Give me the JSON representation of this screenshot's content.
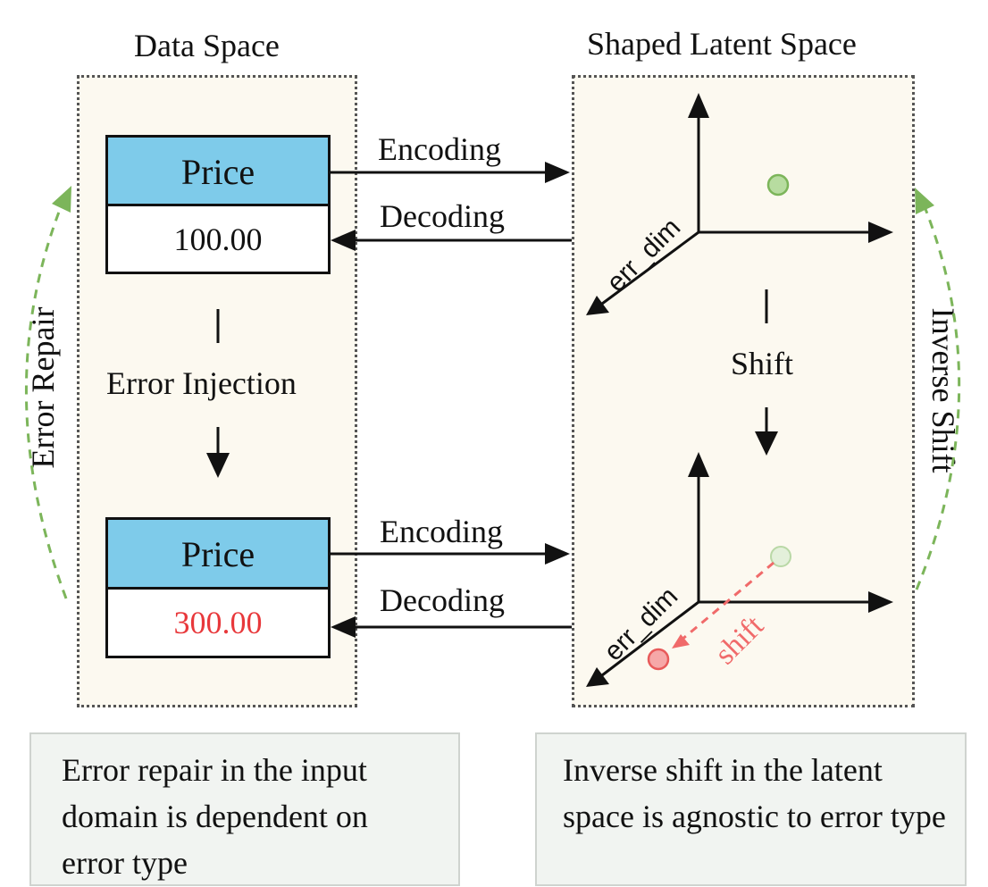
{
  "data_space": {
    "title": "Data Space",
    "record_clean": {
      "header": "Price",
      "value": "100.00"
    },
    "record_error": {
      "header": "Price",
      "value": "300.00",
      "value_color": "#e8383b"
    },
    "injection_label": "Error Injection"
  },
  "latent_space": {
    "title": "Shaped Latent Space",
    "axis_label_top": "err_dim",
    "axis_label_bottom": "err_dim",
    "shift_label": "Shift",
    "shift_vector_label": "shift"
  },
  "arrows": {
    "encoding_top": "Encoding",
    "decoding_top": "Decoding",
    "encoding_bottom": "Encoding",
    "decoding_bottom": "Decoding"
  },
  "side_labels": {
    "left": "Error Repair",
    "right": "Inverse Shift"
  },
  "notes": {
    "left": "Error repair in the input domain is dependent on error type",
    "right": "Inverse shift in the latent space is agnostic to error type"
  },
  "colors": {
    "header_fill": "#7ecbea",
    "panel_fill": "#fcf9f0",
    "green": "#7cb55a",
    "red": "#f06a6a"
  }
}
